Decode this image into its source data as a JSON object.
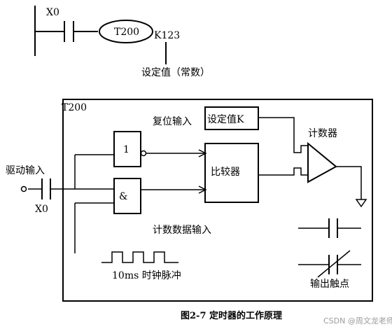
{
  "top": {
    "contact_label": "X0",
    "timer_label": "T200",
    "setpoint_label": "K123",
    "setpoint_caption": "设定值（常数）"
  },
  "box": {
    "title": "T200",
    "reset_input": "复位输入",
    "setpoint": "设定值K",
    "not_gate": "1",
    "and_gate": "&",
    "comparator": "比较器",
    "counter": "计数器",
    "drive_input": "驱动输入",
    "drive_contact": "X0",
    "counter_input": "计数数据输入",
    "clock": "10ms 时钟脉冲",
    "output_contact": "输出触点"
  },
  "caption": "图2-7 定时器的工作原理",
  "watermark": "CSDN @周文龙老师"
}
